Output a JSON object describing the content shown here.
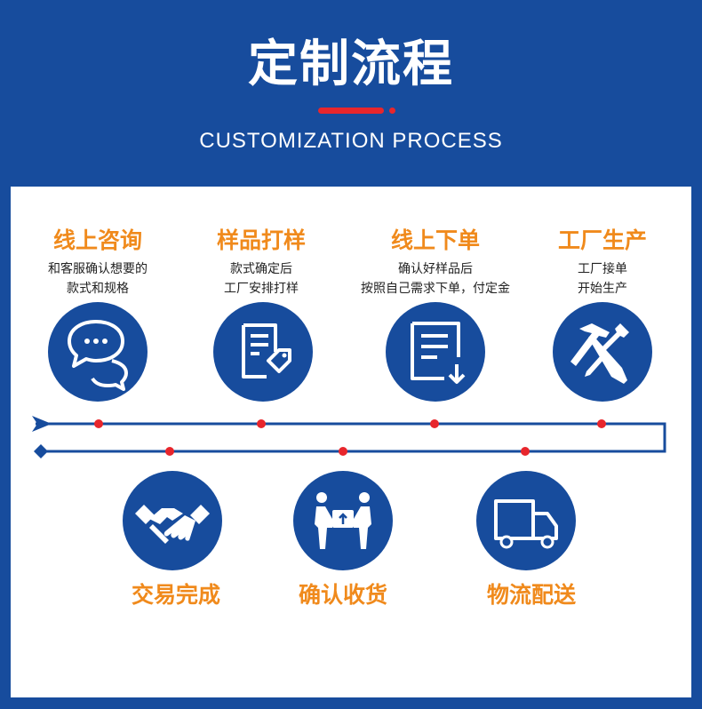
{
  "header": {
    "title": "定制流程",
    "subtitle": "CUSTOMIZATION PROCESS"
  },
  "top_steps": [
    {
      "label": "线上咨询",
      "desc1": "和客服确认想要的",
      "desc2": "款式和规格",
      "icon": "chat-bubbles-icon"
    },
    {
      "label": "样品打样",
      "desc1": "款式确定后",
      "desc2": "工厂安排打样",
      "icon": "document-tag-icon"
    },
    {
      "label": "线上下单",
      "desc1": "确认好样品后",
      "desc2": "按照自己需求下单，付定金",
      "icon": "document-download-icon"
    },
    {
      "label": "工厂生产",
      "desc1": "工厂接单",
      "desc2": "开始生产",
      "icon": "hammer-screwdriver-icon"
    }
  ],
  "bottom_steps": [
    {
      "label": "交易完成",
      "icon": "handshake-icon"
    },
    {
      "label": "确认收货",
      "icon": "package-handover-icon"
    },
    {
      "label": "物流配送",
      "icon": "delivery-truck-icon"
    }
  ],
  "colors": {
    "brand_blue": "#174c9d",
    "accent_orange": "#f08a1c",
    "marker_red": "#e8262c"
  }
}
